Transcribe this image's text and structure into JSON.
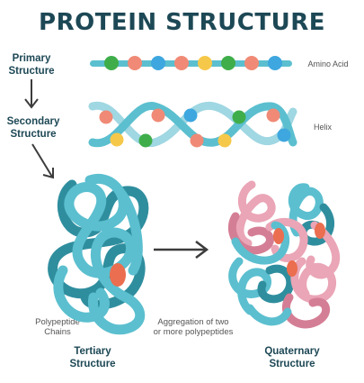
{
  "title": "PROTEIN STRUCTURE",
  "labels": {
    "primary": [
      "Primary",
      "Structure"
    ],
    "secondary": [
      "Secondary",
      "Structure"
    ],
    "tertiary": [
      "Tertiary",
      "Structure"
    ],
    "quaternary": [
      "Quaternary",
      "Structure"
    ],
    "amino_acid": "Amino Acid",
    "helix": "Helix",
    "polypeptide": [
      "Polypeptide",
      "Chains"
    ],
    "aggregation": [
      "Aggregation of two",
      "or more polypeptides"
    ]
  },
  "colors": {
    "title": "#1d4855",
    "teal": "#5bbfcf",
    "teal_dark": "#2f8e9e",
    "pink": "#eaa5b6",
    "pink_dark": "#d47e95",
    "orange": "#ea6e4f",
    "green": "#3fae4a",
    "salmon": "#f08a76",
    "blue": "#3ea7df",
    "yellow": "#f6c84a",
    "arrow": "#3c3c3c"
  },
  "icons": [
    "down-arrow-icon",
    "diagonal-arrow-icon",
    "right-arrow-icon"
  ]
}
